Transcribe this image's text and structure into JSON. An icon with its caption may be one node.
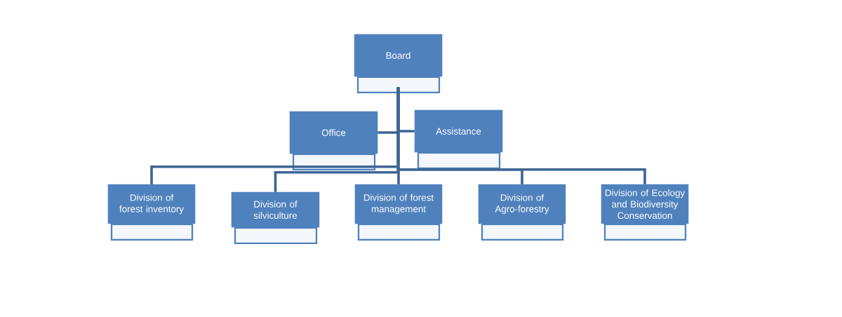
{
  "diagram": {
    "nodes": [
      {
        "text": [
          "Board"
        ]
      },
      {
        "text": [
          "Office"
        ]
      },
      {
        "text": [
          "Assistance"
        ]
      },
      {
        "text": [
          "Division of forest inventory"
        ]
      },
      {
        "text": [
          "Division of silviculture"
        ]
      },
      {
        "text": [
          "Division of forest management"
        ]
      },
      {
        "text": [
          "Division of Agro-forestry"
        ]
      },
      {
        "text": [
          "Division of Ecology and Biodiversity Conservation"
        ]
      }
    ],
    "edges": [
      {
        "from": 0,
        "to": 1,
        "arrow": "none"
      },
      {
        "from": 0,
        "to": 2,
        "arrow": "none"
      },
      {
        "from": 0,
        "to": 3,
        "arrow": "none"
      },
      {
        "from": 0,
        "to": 4,
        "arrow": "none"
      },
      {
        "from": 0,
        "to": 5,
        "arrow": "none"
      },
      {
        "from": 0,
        "to": 6,
        "arrow": "none"
      },
      {
        "from": 0,
        "to": 7,
        "arrow": "none"
      }
    ]
  }
}
